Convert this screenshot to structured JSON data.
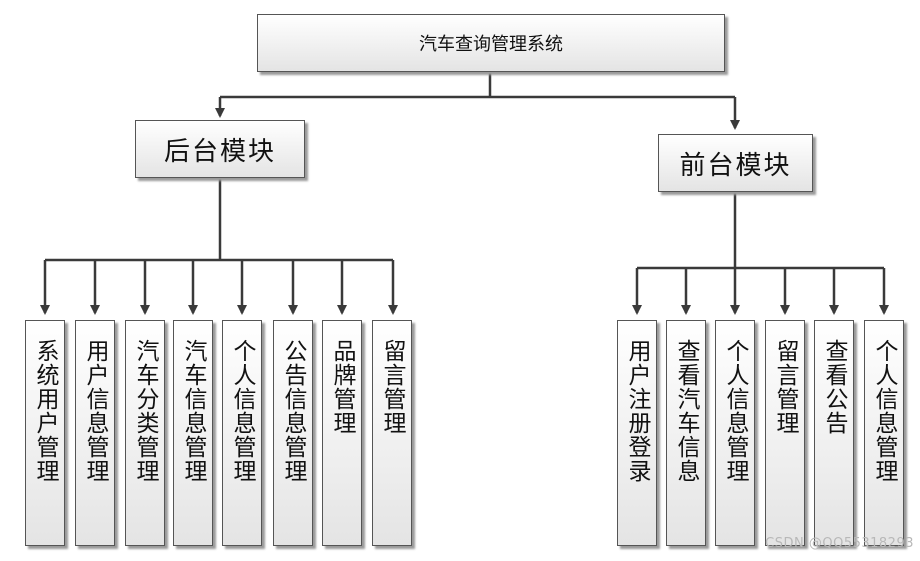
{
  "root": {
    "label": "汽车查询管理系统"
  },
  "backend": {
    "label": "后台模块",
    "children": [
      "系统用户管理",
      "用户信息管理",
      "汽车分类管理",
      "汽车信息管理",
      "个人信息管理",
      "公告信息管理",
      "品牌管理",
      "留言管理"
    ]
  },
  "frontend": {
    "label": "前台模块",
    "children": [
      "用户注册登录",
      "查看汽车信息",
      "个人信息管理",
      "留言管理",
      "查看公告",
      "个人信息管理"
    ]
  },
  "watermark": "CSDN @QQ55318293",
  "colors": {
    "line": "#3a3a3a",
    "box_border": "#555555",
    "box_shadow": "#9a9a9a"
  }
}
